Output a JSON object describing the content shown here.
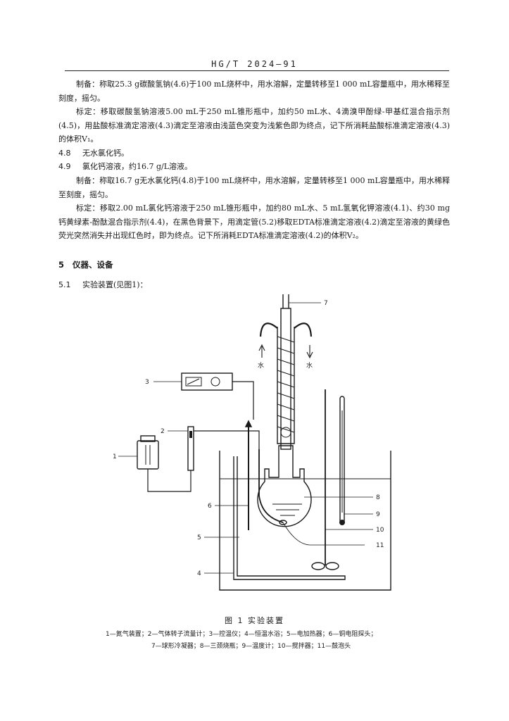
{
  "header": {
    "standard": "HG/T 2024—91"
  },
  "paragraphs": [
    "制备：称取25.3 g碳酸氢钠(4.6)于100 mL烧杯中，用水溶解，定量转移至1 000 mL容量瓶中，用水稀释至刻度，摇匀。",
    "标定：移取碳酸氢钠溶液5.00 mL于250 mL锥形瓶中，加约50 mL水、4滴溴甲酚绿-甲基红混合指示剂(4.5)，用盐酸标准滴定溶液(4.3)滴定至溶液由浅蓝色突变为浅紫色即为终点，记下所消耗盐酸标准滴定溶液(4.3)的体积V₁。"
  ],
  "items": [
    {
      "num": "4.8",
      "text": "无水氯化钙。"
    },
    {
      "num": "4.9",
      "text": "氯化钙溶液，约16.7 g/L溶液。"
    }
  ],
  "paragraphs2": [
    "制备：称取16.7 g无水氯化钙(4.8)于100 mL烧杯中，用水溶解，定量转移至1 000 mL容量瓶中，用水稀释至刻度，摇匀。",
    "标定：移取2.00 mL氯化钙溶液于250 mL锥形瓶中，加约80 mL水、5 mL氢氧化钾溶液(4.1)、约30 mg钙黄绿素-酚酞混合指示剂(4.4)，在黑色背景下，用滴定管(5.2)移取EDTA标准滴定溶液(4.2)滴定至溶液的黄绿色荧光突然消失并出现红色时，即为终点。记下所消耗EDTA标准滴定溶液(4.2)的体积V₂。"
  ],
  "section": {
    "num": "5",
    "title": "仪器、设备"
  },
  "subsection": {
    "num": "5.1",
    "text": "实验装置(见图1)："
  },
  "figure": {
    "callouts": [
      "1",
      "2",
      "3",
      "4",
      "5",
      "6",
      "7",
      "8",
      "9",
      "10",
      "11"
    ],
    "water_in": "水",
    "water_out": "水",
    "caption": "图 1   实验装置",
    "legend_line1": "1—氮气装置；2—气体转子流量计；3—控温仪；4—恒温水浴；5—电加热器；6—铜电阻探头；",
    "legend_line2": "7—球形冷凝器；8—三颈烧瓶；9—温度计；10—搅拌器；11—鼓泡头"
  }
}
